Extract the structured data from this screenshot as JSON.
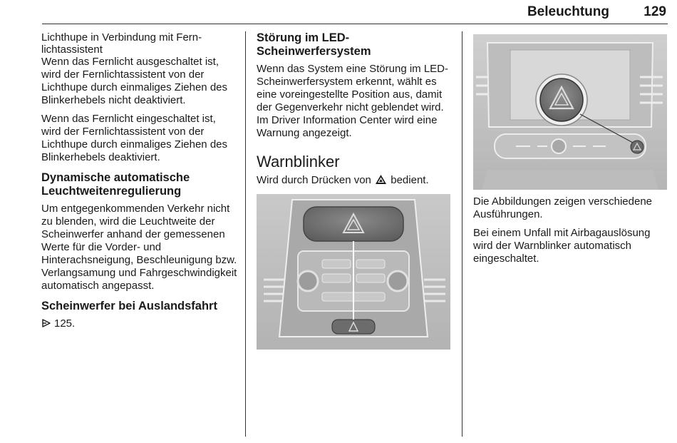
{
  "header": {
    "title": "Beleuchtung",
    "page_number": "129"
  },
  "col1": {
    "sub_heading": "Lichthupe in Verbindung mit Fernlichtassistent",
    "sub_heading_line1": "Lichthupe in Verbindung mit Fern-",
    "sub_heading_line2": "lichtassistent",
    "para1": "Wenn das Fernlicht ausgeschaltet ist, wird der Fernlichtassistent von der Lichthupe durch einmaliges Ziehen des Blinkerhebels nicht deaktiviert.",
    "para2": "Wenn das Fernlicht eingeschaltet ist, wird der Fernlichtassistent von der Lichthupe durch einmaliges Ziehen des Blinkerhebels deaktiviert.",
    "heading2_line1": "Dynamische automatische",
    "heading2_line2": "Leuchtweitenregulierung",
    "para3": "Um entgegenkommenden Verkehr nicht zu blenden, wird die Leuchtweite der Scheinwerfer anhand der gemessenen Werte für die Vorder- und Hinterachsneigung, Beschleunigung bzw. Verlangsamung und Fahrgeschwindigkeit automatisch angepasst.",
    "heading3": "Scheinwerfer bei Auslandsfahrt",
    "ref": "125."
  },
  "col2": {
    "heading1_line1": "Störung im LED-",
    "heading1_line2": "Scheinwerfersystem",
    "para1": "Wenn das System eine Störung im LED-Scheinwerfersystem erkennt, wählt es eine voreingestellte Position aus, damit der Gegenverkehr nicht geblendet wird. Im Driver Information Center wird eine Warnung angezeigt.",
    "section_title": "Warnblinker",
    "para2_before": "Wird durch Drücken von",
    "para2_after": "bedient."
  },
  "col3": {
    "para1": "Die Abbildungen zeigen verschiedene Ausführungen.",
    "para2": "Bei einem Unfall mit Airbagauslösung wird der Warnblinker automatisch eingeschaltet."
  },
  "colors": {
    "text": "#1a1a1a",
    "rule": "#333333"
  },
  "icons": {
    "hazard": "hazard-triangle-icon",
    "reference": "arrow-reference-icon"
  }
}
